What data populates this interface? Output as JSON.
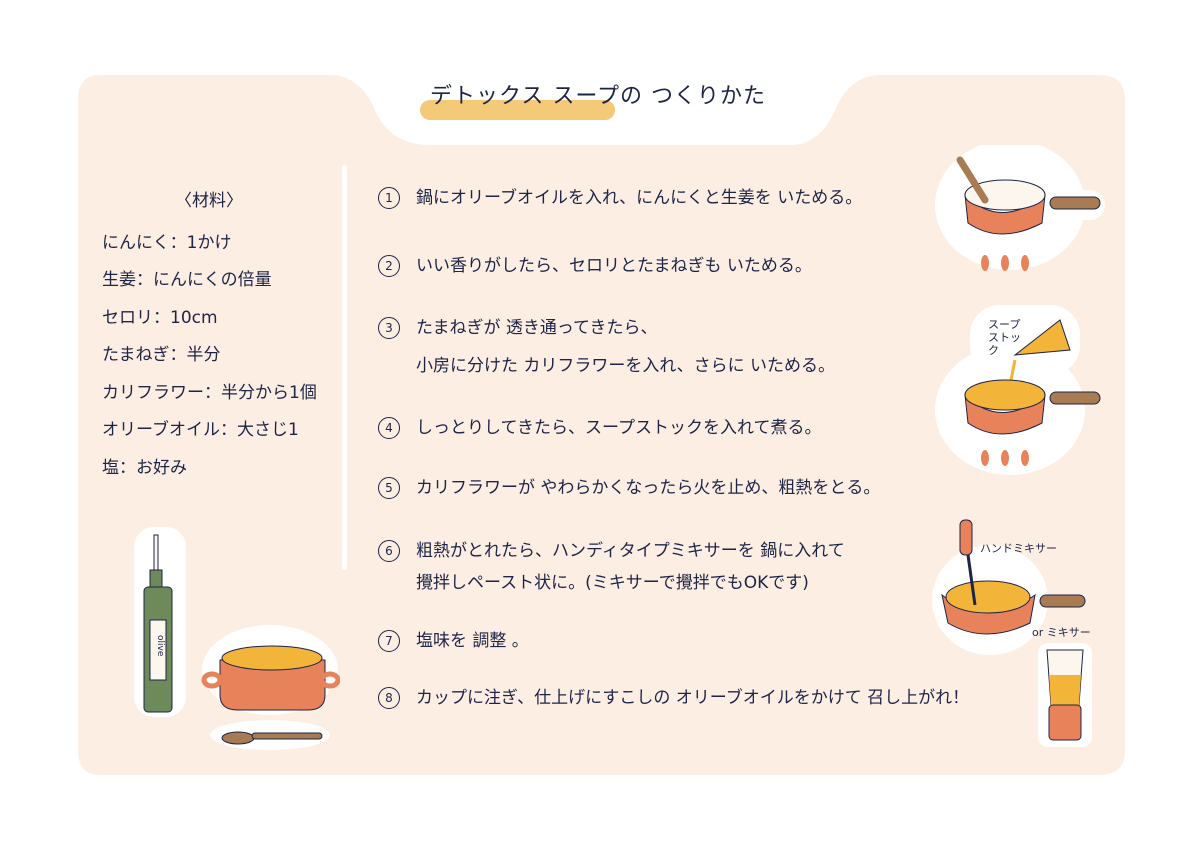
{
  "title": "デトックス スープの つくりかた",
  "ingredients": {
    "heading": "〈材料〉",
    "items": [
      "にんにく：1かけ",
      "生姜：にんにくの倍量",
      "セロリ：10cm",
      "たまねぎ：半分",
      "カリフラワー：半分から1個",
      "オリーブオイル：大さじ1",
      "塩：お好み"
    ]
  },
  "steps": [
    {
      "num": "1",
      "lines": [
        "鍋にオリーブオイルを入れ、にんにくと生姜を いためる。"
      ]
    },
    {
      "num": "2",
      "lines": [
        "いい香りがしたら、セロリとたまねぎも いためる。"
      ]
    },
    {
      "num": "3",
      "lines": [
        "たまねぎが 透き通ってきたら、",
        "小房に分けた カリフラワーを入れ、さらに いためる。"
      ]
    },
    {
      "num": "4",
      "lines": [
        "しっとりしてきたら、スープストックを入れて煮る。"
      ]
    },
    {
      "num": "5",
      "lines": [
        "カリフラワーが やわらかくなったら火を止め、粗熱をとる。"
      ]
    },
    {
      "num": "6",
      "lines": [
        "粗熱がとれたら、ハンディタイプミキサーを 鍋に入れて",
        "攪拌しペースト状に。(ミキサーで攪拌でもOKです)"
      ]
    },
    {
      "num": "7",
      "lines": [
        "塩味を 調整 。"
      ]
    },
    {
      "num": "8",
      "lines": [
        "カップに注ぎ、仕上げにすこしの オリーブオイルをかけて 召し上がれ！"
      ]
    }
  ],
  "illustration_labels": {
    "soup_stock": "スープストック",
    "hand_mixer": "ハンドミキサー",
    "or_mixer": "or ミキサー",
    "bottle_label": "olive"
  },
  "colors": {
    "card": "#fdeee3",
    "highlight": "#f4c977",
    "ink": "#1d2446",
    "pot": "#e8825a",
    "soup": "#f2b53a",
    "bottle": "#6f8a5a"
  }
}
